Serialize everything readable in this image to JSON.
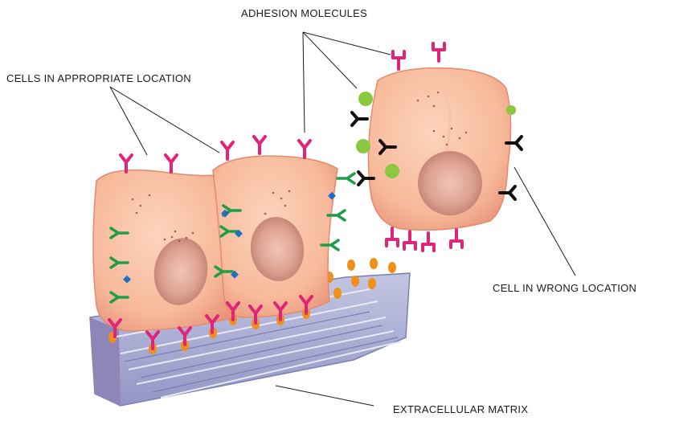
{
  "labels": {
    "adhesion_molecules": "ADHESION MOLECULES",
    "cells_appropriate": "CELLS IN APPROPRIATE LOCATION",
    "cell_wrong": "CELL IN WRONG LOCATION",
    "extracellular_matrix": "EXTRACELLULAR MATRIX"
  },
  "colors": {
    "cell_body": "#f7b99a",
    "cell_highlight": "#fcd4bd",
    "nucleus": "#d99a92",
    "matrix": "#a7abcf",
    "matrix_dark": "#7c7fb0",
    "receptor_pink": "#e0247a",
    "receptor_green": "#1f9e4a",
    "receptor_black": "#111111",
    "diamond_blue": "#1f6fc7",
    "ligand_orange": "#f0901a",
    "green_dot": "#8cc83f"
  }
}
